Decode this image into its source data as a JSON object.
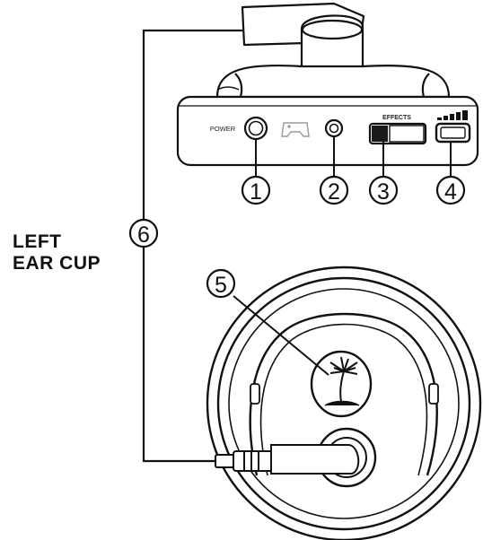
{
  "side_label": {
    "line1": "LEFT",
    "line2": "EAR CUP"
  },
  "panel": {
    "power_label": "POWER",
    "effects_label": "EFFECTS"
  },
  "callouts": [
    {
      "number": "1",
      "glyph": "①",
      "target": "power button"
    },
    {
      "number": "2",
      "glyph": "②",
      "target": "controller jack"
    },
    {
      "number": "3",
      "glyph": "③",
      "target": "effects switch"
    },
    {
      "number": "4",
      "glyph": "④",
      "target": "volume button"
    },
    {
      "number": "5",
      "glyph": "⑤",
      "target": "palm tree logo"
    },
    {
      "number": "6",
      "glyph": "⑥",
      "target": "cable"
    }
  ]
}
